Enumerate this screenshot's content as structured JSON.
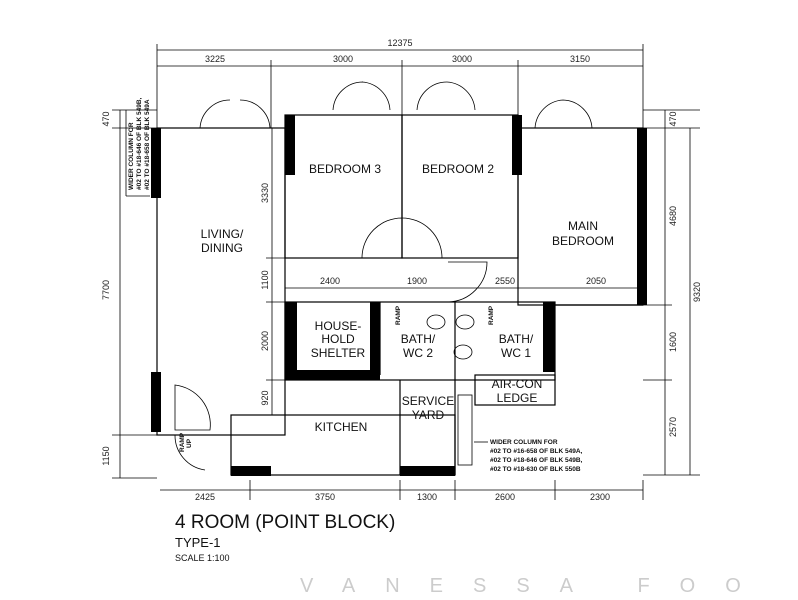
{
  "watermark": "VANESSA FOO",
  "title": "4 ROOM (POINT BLOCK)",
  "subtitle": "TYPE-1",
  "scale": "SCALE 1:100",
  "rooms": {
    "living": [
      "LIVING/",
      "DINING"
    ],
    "bedroom3": "BEDROOM 3",
    "bedroom2": "BEDROOM 2",
    "main_bedroom": [
      "MAIN",
      "BEDROOM"
    ],
    "shelter": [
      "HOUSE-",
      "HOLD",
      "SHELTER"
    ],
    "bath2": [
      "BATH/",
      "WC 2"
    ],
    "bath1": [
      "BATH/",
      "WC 1"
    ],
    "aircon": [
      "AIR-CON",
      "LEDGE"
    ],
    "service_yard": [
      "SERVICE",
      "YARD"
    ],
    "kitchen": "KITCHEN",
    "ramp": [
      "RAMP",
      "UP"
    ]
  },
  "dimensions": {
    "overall_width": "12375",
    "top": [
      "3225",
      "3000",
      "3000",
      "3150"
    ],
    "middle": [
      "2400",
      "1900",
      "2550",
      "2050"
    ],
    "bottom": [
      "2425",
      "3750",
      "1300",
      "2600",
      "2300"
    ],
    "left": [
      "470",
      "7700",
      "1150"
    ],
    "inner_left": [
      "3330",
      "1100",
      "2000",
      "920"
    ],
    "right": [
      "470",
      "4680",
      "1600",
      "2570"
    ],
    "overall_height": "9320"
  },
  "notes": {
    "left": [
      "WIDER COLUMN FOR",
      "#02 TO #18-646 OF BLK 549B,",
      "#02 TO #18-658 OF BLK 549A"
    ],
    "right": [
      "WIDER COLUMN FOR",
      "#02 TO #16-658 OF BLK 549A,",
      "#02 TO #18-646 OF BLK 549B,",
      "#02 TO #18-630 OF BLK 550B"
    ]
  }
}
